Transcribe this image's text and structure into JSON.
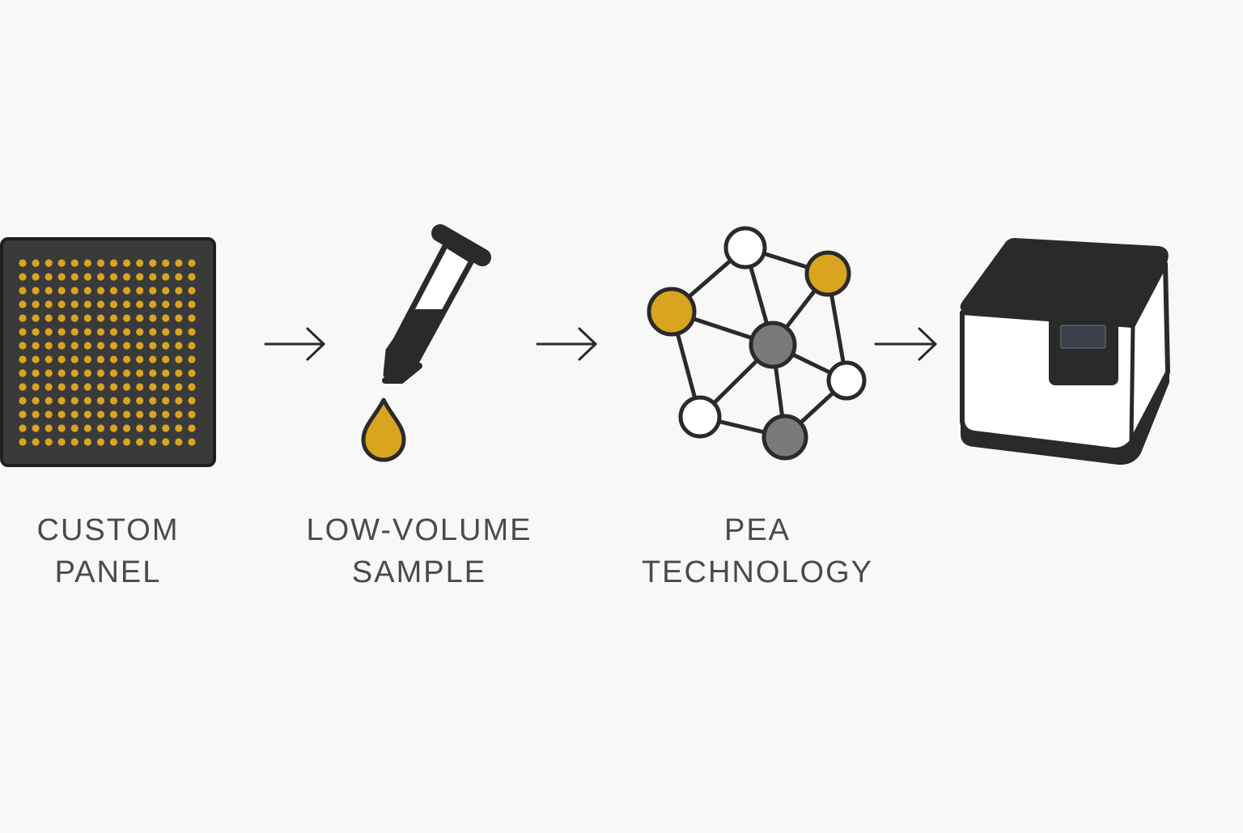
{
  "colors": {
    "background": "#f8f8f7",
    "ink": "#2a2a2a",
    "accent": "#d9a520",
    "gray_node": "#7a7a7a",
    "label": "#4a4a4a"
  },
  "steps": [
    {
      "icon": "custom-panel-chip-icon",
      "label_lines": [
        "CUSTOM",
        "PANEL"
      ]
    },
    {
      "icon": "pipette-dropper-icon",
      "label_lines": [
        "LOW-VOLUME",
        "SAMPLE"
      ]
    },
    {
      "icon": "pea-network-icon",
      "label_lines": [
        "PEA",
        "TECHNOLOGY"
      ]
    },
    {
      "icon": "instrument-box-icon",
      "label_lines": []
    }
  ],
  "panel_grid": {
    "rows": 14,
    "cols": 14
  },
  "arrows": [
    {
      "name": "arrow-1",
      "from": "custom-panel",
      "to": "low-volume-sample"
    },
    {
      "name": "arrow-2",
      "from": "low-volume-sample",
      "to": "pea-technology"
    },
    {
      "name": "arrow-3",
      "from": "pea-technology",
      "to": "instrument"
    }
  ]
}
